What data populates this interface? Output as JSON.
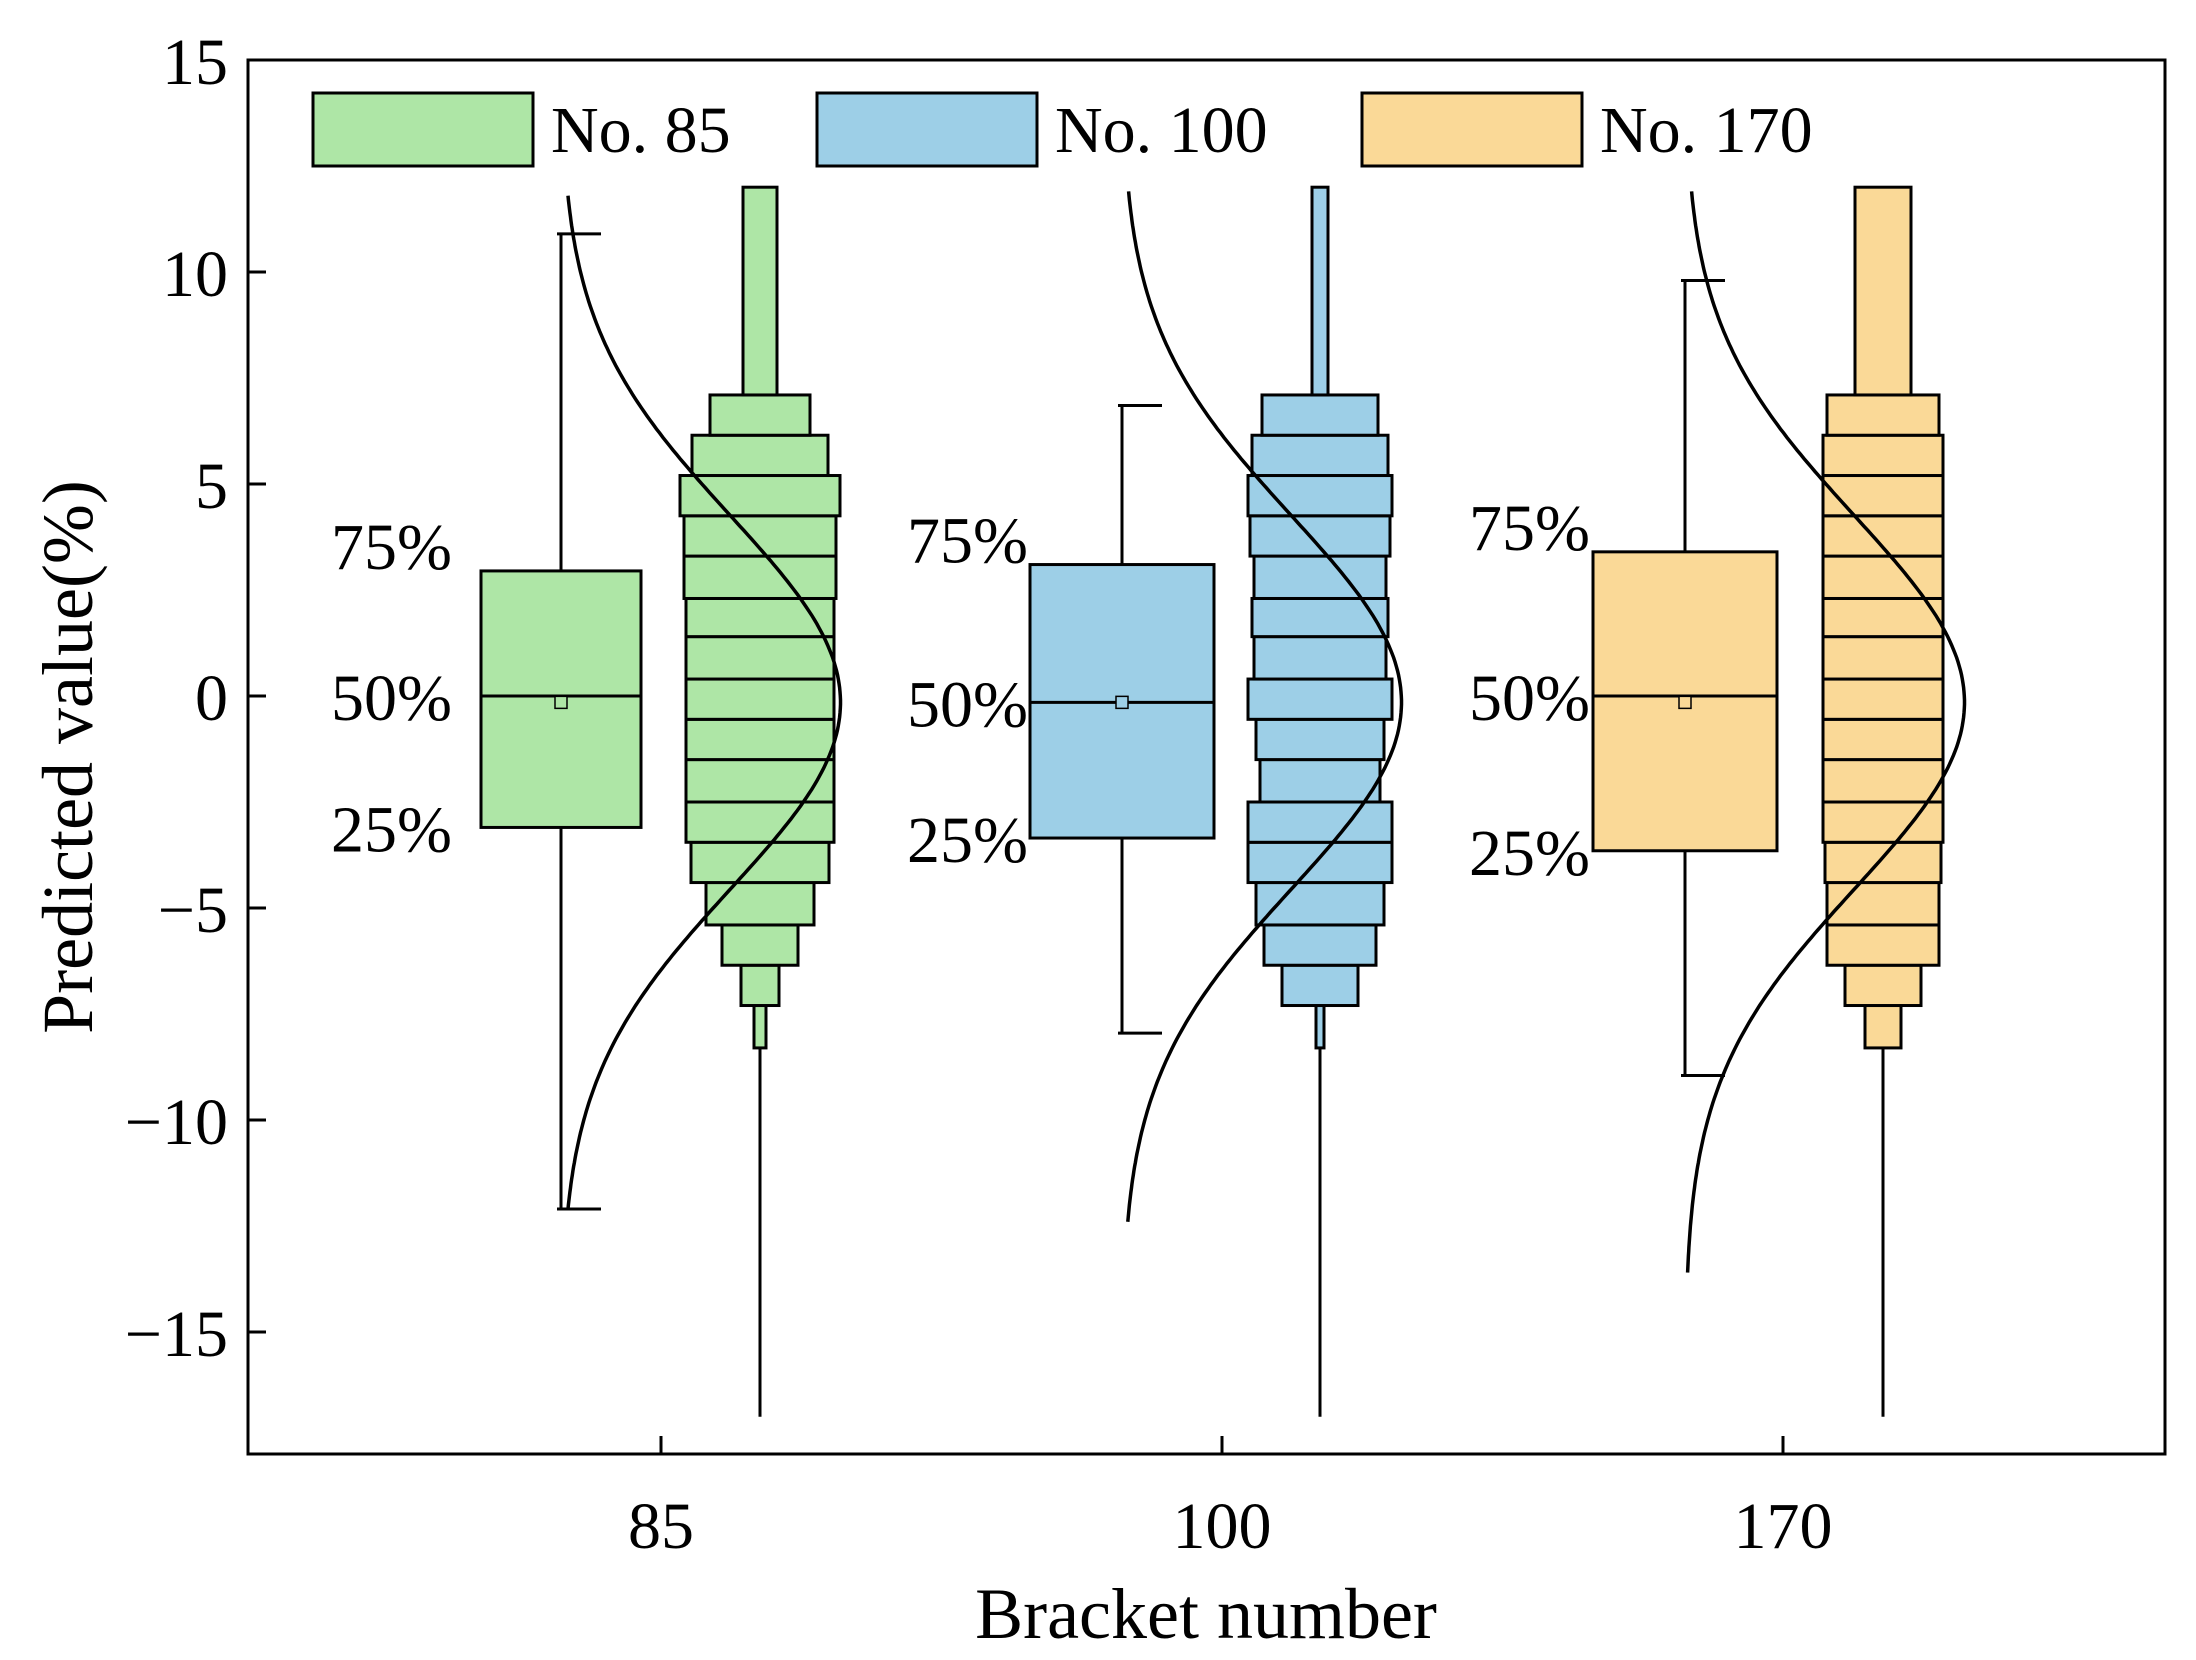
{
  "chart_data": {
    "type": "box",
    "xlabel": "Bracket number",
    "ylabel": "Predicted value(%)",
    "ylim": [
      -18,
      15
    ],
    "yticks": [
      15,
      10,
      5,
      0,
      -5,
      -10,
      -15
    ],
    "ytick_labels": [
      "15",
      "10",
      "5",
      "0",
      "−5",
      "−10",
      "−15"
    ],
    "categories": [
      "85",
      "100",
      "170"
    ],
    "legend": {
      "position": "top",
      "entries": [
        "No. 85",
        "No. 100",
        "No. 170"
      ]
    },
    "percentile_labels": [
      "75%",
      "50%",
      "25%"
    ],
    "grid": false,
    "series": [
      {
        "name": "No. 85",
        "color": "#aee6a6",
        "box": {
          "whisker_high": 10.9,
          "q3": 2.95,
          "median": 0.0,
          "mean": -0.15,
          "q1": -3.1,
          "whisker_low": -12.1
        },
        "normal_curve": {
          "mu": -0.15,
          "sigma": 4.4,
          "y_top": 11.8,
          "y_bottom": -12.1
        },
        "histogram": {
          "bin_edges": [
            -17,
            -8.3,
            -7.3,
            -6.35,
            -5.4,
            -4.4,
            -3.45,
            -2.5,
            -1.5,
            -0.55,
            0.4,
            1.4,
            2.3,
            3.3,
            4.25,
            5.2,
            6.15,
            7.1,
            12
          ],
          "half_widths": [
            0,
            0.3,
            0.95,
            1.9,
            2.7,
            3.45,
            3.7,
            3.7,
            3.7,
            3.7,
            3.7,
            3.7,
            3.8,
            3.8,
            4.0,
            3.4,
            2.5,
            0.85,
            0
          ]
        }
      },
      {
        "name": "No. 100",
        "color": "#9dcfe7",
        "box": {
          "whisker_high": 6.85,
          "q3": 3.1,
          "median": -0.15,
          "mean": -0.15,
          "q1": -3.35,
          "whisker_low": -7.95
        },
        "normal_curve": {
          "mu": -0.15,
          "sigma": 4.4,
          "y_top": 11.9,
          "y_bottom": -12.4
        },
        "histogram": {
          "bin_edges": [
            -17,
            -8.3,
            -7.3,
            -6.35,
            -5.4,
            -4.4,
            -3.45,
            -2.5,
            -1.5,
            -0.55,
            0.4,
            1.4,
            2.3,
            3.3,
            4.25,
            5.2,
            6.15,
            7.1,
            12
          ],
          "half_widths": [
            0,
            0.2,
            1.9,
            2.8,
            3.2,
            3.6,
            3.6,
            3.0,
            3.2,
            3.6,
            3.3,
            3.4,
            3.3,
            3.5,
            3.6,
            3.4,
            2.9,
            0.4,
            0
          ]
        }
      },
      {
        "name": "No. 170",
        "color": "#fad997",
        "box": {
          "whisker_high": 9.8,
          "q3": 3.4,
          "median": 0.0,
          "mean": -0.15,
          "q1": -3.65,
          "whisker_low": -8.95
        },
        "normal_curve": {
          "mu": -0.15,
          "sigma": 4.4,
          "y_top": 11.9,
          "y_bottom": -13.6
        },
        "histogram": {
          "bin_edges": [
            -17,
            -8.3,
            -7.3,
            -6.35,
            -5.4,
            -4.4,
            -3.45,
            -2.5,
            -1.5,
            -0.55,
            0.4,
            1.4,
            2.3,
            3.3,
            4.25,
            5.2,
            6.15,
            7.1,
            12
          ],
          "half_widths": [
            0,
            0.9,
            1.9,
            2.8,
            2.8,
            2.9,
            3.0,
            3.0,
            3.0,
            3.0,
            3.0,
            3.0,
            3.0,
            3.0,
            3.0,
            3.0,
            2.8,
            1.4,
            0
          ]
        }
      }
    ]
  }
}
